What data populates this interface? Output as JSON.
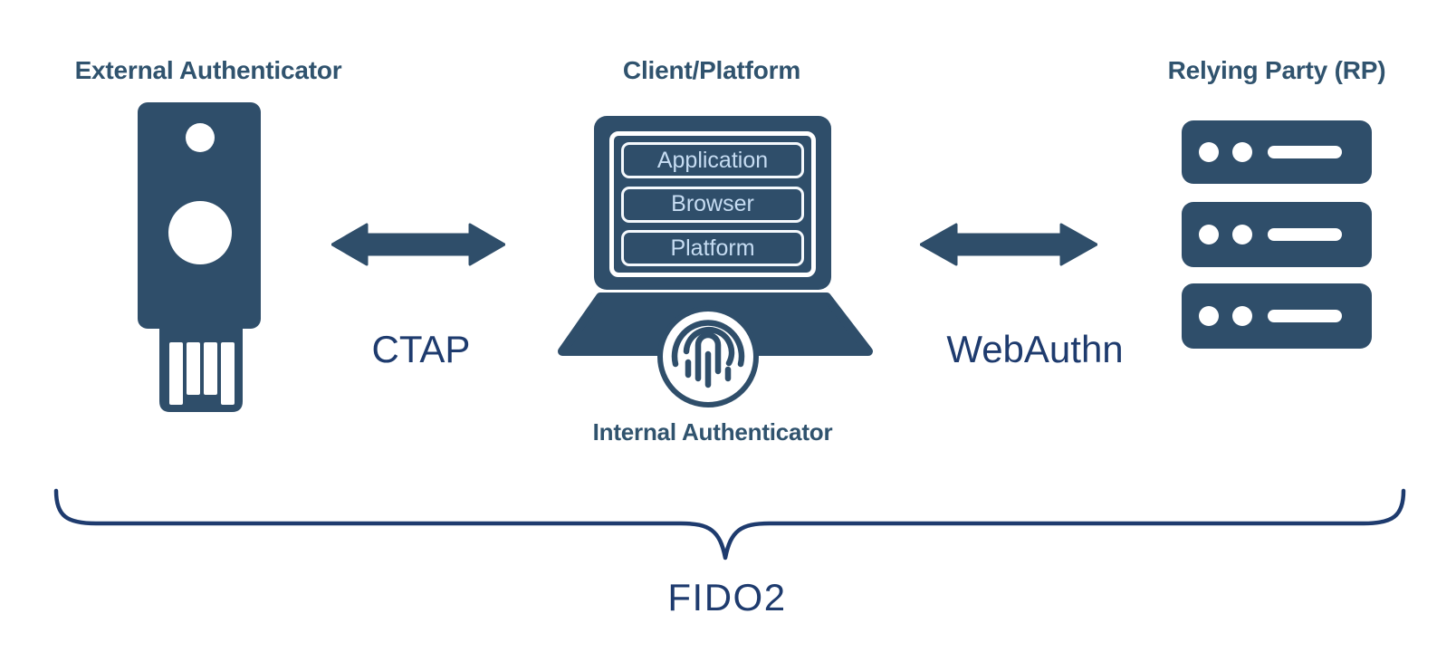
{
  "title": "FIDO2",
  "nodes": {
    "external_authenticator": {
      "label": "External Authenticator",
      "icon": "security-key-icon"
    },
    "client_platform": {
      "label": "Client/Platform",
      "icon": "laptop-icon",
      "stack": [
        "Application",
        "Browser",
        "Platform"
      ],
      "internal_authenticator": {
        "label": "Internal Authenticator",
        "icon": "fingerprint-icon"
      }
    },
    "relying_party": {
      "label": "Relying Party (RP)",
      "icon": "server-stack-icon",
      "server_count": 3
    }
  },
  "protocols": {
    "ctap": {
      "label": "CTAP",
      "connects": "External Authenticator <-> Client/Platform"
    },
    "webauthn": {
      "label": "WebAuthn",
      "connects": "Client/Platform <-> Relying Party (RP)"
    }
  },
  "colors": {
    "icon_blue": "#2f4e6a",
    "label_blue": "#30536e",
    "navy_text": "#1e3b6e",
    "stack_text": "#c6dcf2",
    "background": "#ffffff"
  }
}
